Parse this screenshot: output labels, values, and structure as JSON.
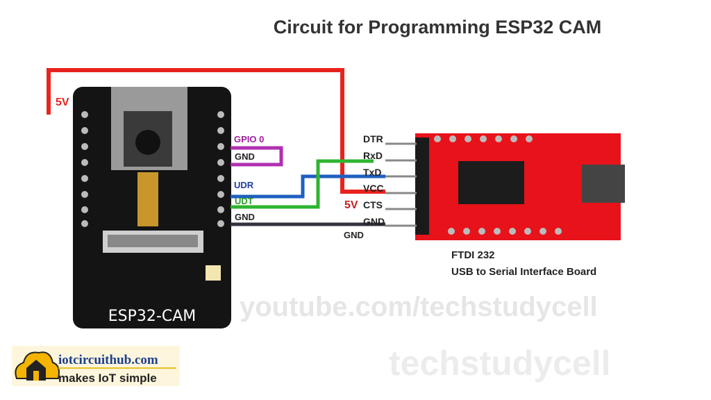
{
  "title": "Circuit for Programming ESP32 CAM",
  "watermark": {
    "text1": "techstudycell",
    "text2": "youtube.com/techstudycell"
  },
  "esp32": {
    "label": "ESP32-CAM",
    "pins": {
      "gpio0": "GPIO 0",
      "gnd1": "GND",
      "udr": "UDR",
      "udt": "UDT",
      "gnd2": "GND"
    },
    "power_label": "5V"
  },
  "ftdi": {
    "pins": [
      "DTR",
      "RxD",
      "TxD",
      "VCC",
      "CTS",
      "GND"
    ],
    "power_label": "5V",
    "gnd_label": "GND",
    "name": "FTDI 232",
    "description": "USB to Serial Interface Board"
  },
  "wire_colors": {
    "power": "#e8231e",
    "jumper": "#b02fb0",
    "rx": "#1f5fbf",
    "tx": "#2fb52f",
    "gnd": "#333340"
  },
  "logo": {
    "brand": "iotcircuithub.com",
    "tagline": "makes IoT simple"
  }
}
